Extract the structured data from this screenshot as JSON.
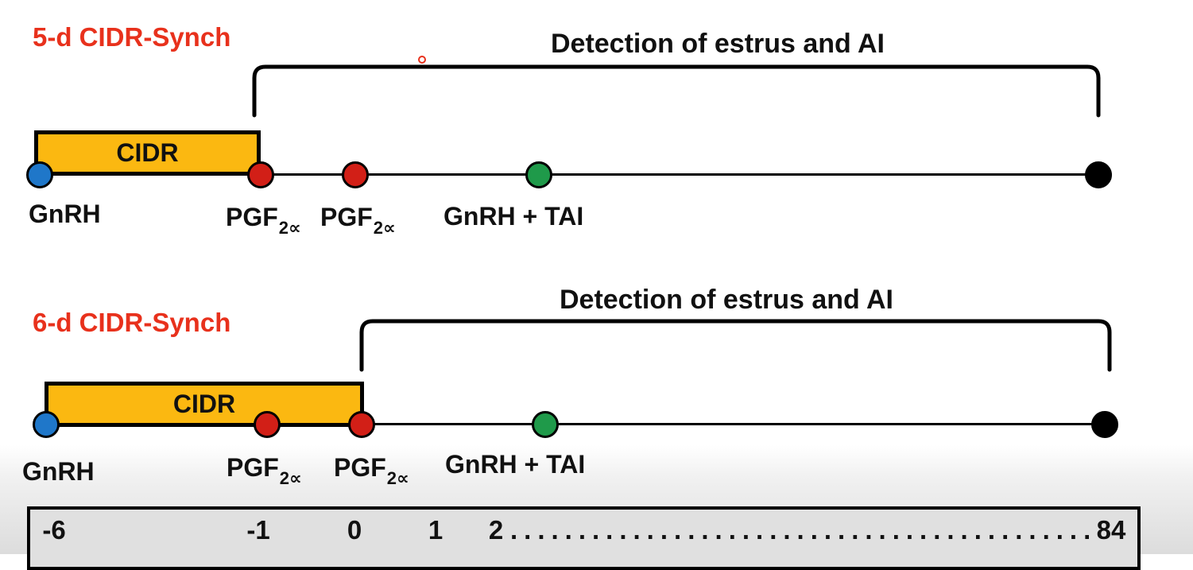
{
  "diagram": {
    "protocols": [
      {
        "title": "5-d CIDR-Synch",
        "bracket_label": "Detection of estrus and AI",
        "cidr_label": "CIDR",
        "markers": [
          {
            "name": "GnRH",
            "color": "#1f77c9"
          },
          {
            "name": "PGF2α",
            "color": "#d21f17"
          },
          {
            "name": "PGF2α",
            "color": "#d21f17"
          },
          {
            "name": "GnRH + TAI",
            "color": "#1f9a4a"
          },
          {
            "name": "",
            "color": "#000000"
          }
        ],
        "labels": {
          "gnrh": "GnRH",
          "pgf1_main": "PGF",
          "pgf1_sub": "2∝",
          "pgf2_main": "PGF",
          "pgf2_sub": "2∝",
          "gnrh_tai": "GnRH + TAI"
        }
      },
      {
        "title": "6-d CIDR-Synch",
        "bracket_label": "Detection of estrus and AI",
        "cidr_label": "CIDR",
        "markers": [
          {
            "name": "GnRH",
            "color": "#1f77c9"
          },
          {
            "name": "PGF2α",
            "color": "#d21f17"
          },
          {
            "name": "PGF2α",
            "color": "#d21f17"
          },
          {
            "name": "GnRH + TAI",
            "color": "#1f9a4a"
          },
          {
            "name": "",
            "color": "#000000"
          }
        ],
        "labels": {
          "gnrh": "GnRH",
          "pgf1_main": "PGF",
          "pgf1_sub": "2∝",
          "pgf2_main": "PGF",
          "pgf2_sub": "2∝",
          "gnrh_tai": "GnRH + TAI"
        }
      }
    ],
    "day_scale": {
      "ticks": [
        "-6",
        "-1",
        "0",
        "1",
        "2",
        "84"
      ],
      "ellipsis": "......................................................"
    },
    "colors": {
      "title": "#e8311c",
      "cidr_fill": "#fbb811",
      "gnrh": "#1f77c9",
      "pgf": "#d21f17",
      "gnrh_tai": "#1f9a4a",
      "end": "#000000"
    }
  }
}
